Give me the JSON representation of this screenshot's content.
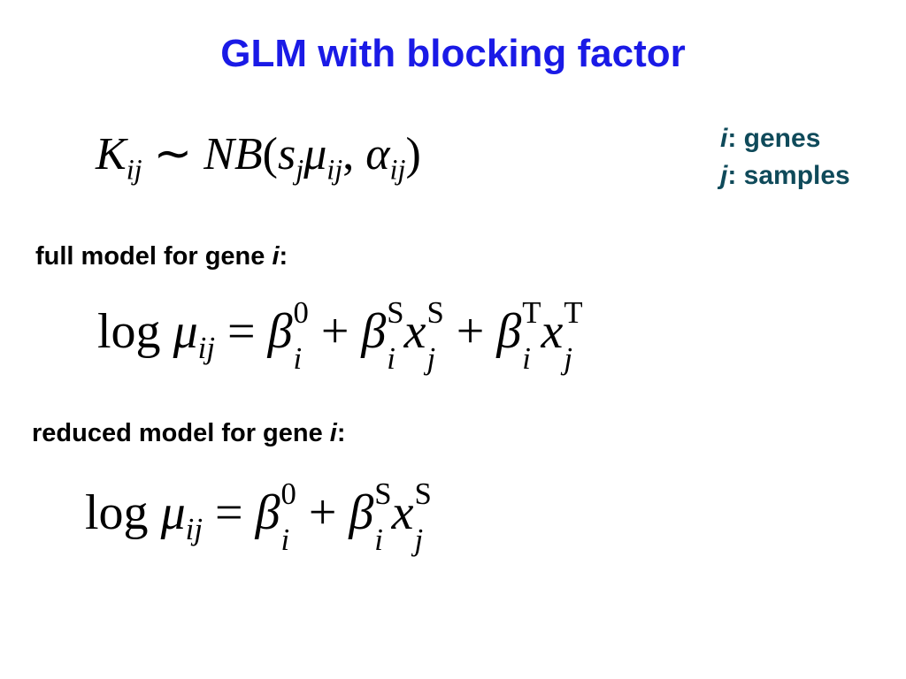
{
  "slide": {
    "title": "GLM with blocking factor",
    "legend": [
      {
        "symbol": "i",
        "text": ": genes"
      },
      {
        "symbol": "j",
        "text": ": samples"
      }
    ],
    "full_model_label": {
      "prefix": "full model for gene ",
      "symbol": "i",
      "suffix": ":"
    },
    "reduced_model_label": {
      "prefix": "reduced model for gene ",
      "symbol": "i",
      "suffix": ":"
    }
  },
  "equations": {
    "nb": {
      "K": "K",
      "ij": "ij",
      "tilde": " ∼ ",
      "NB": "NB",
      "open": "(",
      "s": "s",
      "j": "j",
      "mu": "μ",
      "comma": ", ",
      "alpha": "α",
      "close": ")"
    },
    "full": {
      "log": "log ",
      "mu": "μ",
      "ij": "ij",
      "eq": " = ",
      "beta": "β",
      "i": "i",
      "zero": "0",
      "plus": " + ",
      "S": "S",
      "T": "T",
      "x": "x",
      "j": "j"
    },
    "reduced": {
      "log": "log ",
      "mu": "μ",
      "ij": "ij",
      "eq": " = ",
      "beta": "β",
      "i": "i",
      "zero": "0",
      "plus": " + ",
      "S": "S",
      "x": "x",
      "j": "j"
    }
  }
}
